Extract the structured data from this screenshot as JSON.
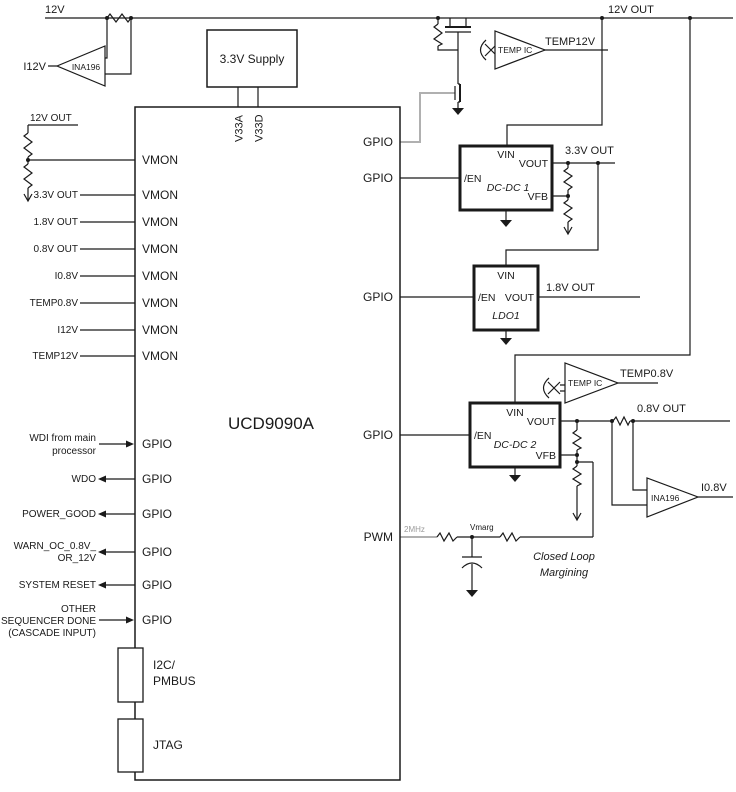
{
  "labels": {
    "v12": "12V",
    "v12_out": "12V OUT",
    "i12v": "I12V",
    "ina196": "INA196",
    "temp_ic": "TEMP IC",
    "temp12v": "TEMP12V",
    "supply_3v3": "3.3V Supply",
    "v33a": "V33A",
    "v33d": "V33D",
    "ucd9090a": "UCD9090A",
    "vmon": "VMON",
    "gpio": "GPIO",
    "pwm": "PWM",
    "out_3v3": "3.3V OUT",
    "out_1v8": "1.8V OUT",
    "out_0v8": "0.8V OUT",
    "i0v8": "I0.8V",
    "temp0v8": "TEMP0.8V",
    "vin": "VIN",
    "vout": "VOUT",
    "en": "/EN",
    "vfb": "VFB",
    "dcdc1": "DC-DC 1",
    "ldo1": "LDO1",
    "dcdc2": "DC-DC 2",
    "i2c": "I2C/",
    "pmbus": "PMBUS",
    "jtag": "JTAG",
    "mhz2": "2MHz",
    "vmarg": "Vmarg",
    "closed_loop": "Closed Loop",
    "margining": "Margining"
  },
  "vmon_inputs": [
    "12V OUT",
    "3.3V OUT",
    "1.8V OUT",
    "0.8V OUT",
    "I0.8V",
    "TEMP0.8V",
    "I12V",
    "TEMP12V"
  ],
  "gpio_signals": {
    "wdi_1": "WDI from main",
    "wdi_2": "processor",
    "wdo": "WDO",
    "power_good": "POWER_GOOD",
    "warn_1": "WARN_OC_0.8V_",
    "warn_2": "OR_12V",
    "system_reset": "SYSTEM RESET",
    "seq_1": "OTHER",
    "seq_2": "SEQUENCER DONE",
    "seq_3": "(CASCADE INPUT)"
  },
  "colors": {
    "line": "#1a1a1a",
    "gray_line": "#b0b0b0",
    "gray_text": "#9a9a9a"
  }
}
